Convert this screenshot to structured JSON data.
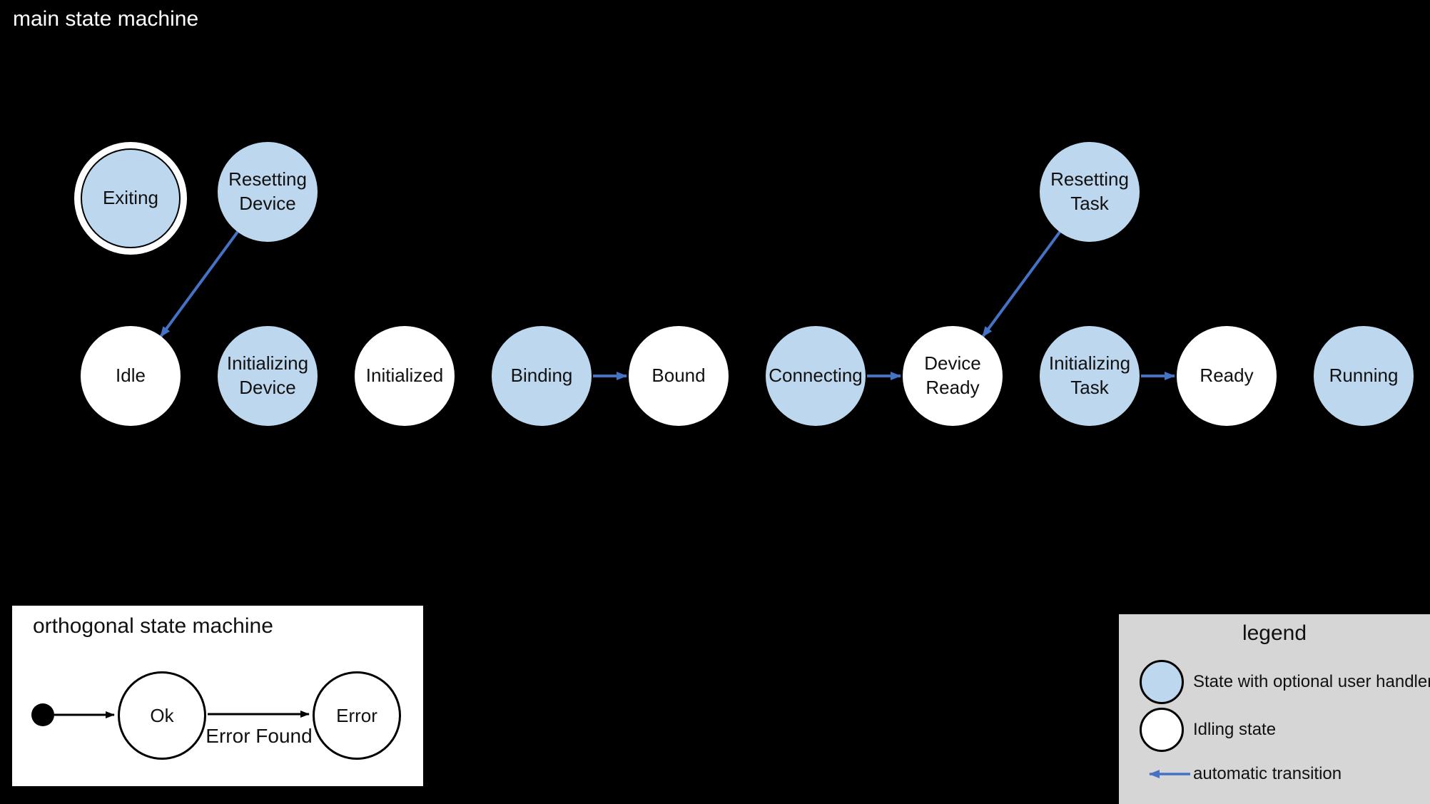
{
  "main_machine": {
    "title": "main state machine",
    "states": [
      {
        "label": "Exiting",
        "type": "handler",
        "final_ring": true
      },
      {
        "label": "Resetting\nDevice",
        "type": "handler"
      },
      {
        "label": "Resetting\nTask",
        "type": "handler"
      },
      {
        "label": "Idle",
        "type": "idling"
      },
      {
        "label": "Initializing\nDevice",
        "type": "handler"
      },
      {
        "label": "Initialized",
        "type": "idling"
      },
      {
        "label": "Binding",
        "type": "handler"
      },
      {
        "label": "Bound",
        "type": "idling"
      },
      {
        "label": "Connecting",
        "type": "handler"
      },
      {
        "label": "Device\nReady",
        "type": "idling"
      },
      {
        "label": "Initializing\nTask",
        "type": "handler"
      },
      {
        "label": "Ready",
        "type": "idling"
      },
      {
        "label": "Running",
        "type": "handler"
      }
    ],
    "transitions": [
      {
        "from": "Resetting Device",
        "to": "Idle",
        "kind": "automatic"
      },
      {
        "from": "Resetting Task",
        "to": "Device Ready",
        "kind": "automatic"
      },
      {
        "from": "Binding",
        "to": "Bound",
        "kind": "automatic"
      },
      {
        "from": "Connecting",
        "to": "Device Ready",
        "kind": "automatic"
      },
      {
        "from": "Initializing Task",
        "to": "Ready",
        "kind": "automatic"
      }
    ]
  },
  "orthogonal_machine": {
    "title": "orthogonal state machine",
    "states": [
      {
        "label": "Ok"
      },
      {
        "label": "Error"
      }
    ],
    "transitions": [
      {
        "from": "initial",
        "to": "Ok",
        "label": ""
      },
      {
        "from": "Ok",
        "to": "Error",
        "label": "Error Found"
      }
    ]
  },
  "legend": {
    "title": "legend",
    "items": [
      {
        "swatch": "handler-state-circle",
        "label": "State with optional user handler"
      },
      {
        "swatch": "idling-state-circle",
        "label": "Idling state"
      },
      {
        "swatch": "automatic-transition-arrow",
        "label": "automatic transition"
      }
    ]
  },
  "colors": {
    "background": "#000000",
    "handler_state_fill": "#bdd7ee",
    "idling_state_fill": "#ffffff",
    "automatic_transition_blue": "#4472c4",
    "legend_background": "#d6d6d6",
    "orthogonal_box_background": "#ffffff"
  }
}
